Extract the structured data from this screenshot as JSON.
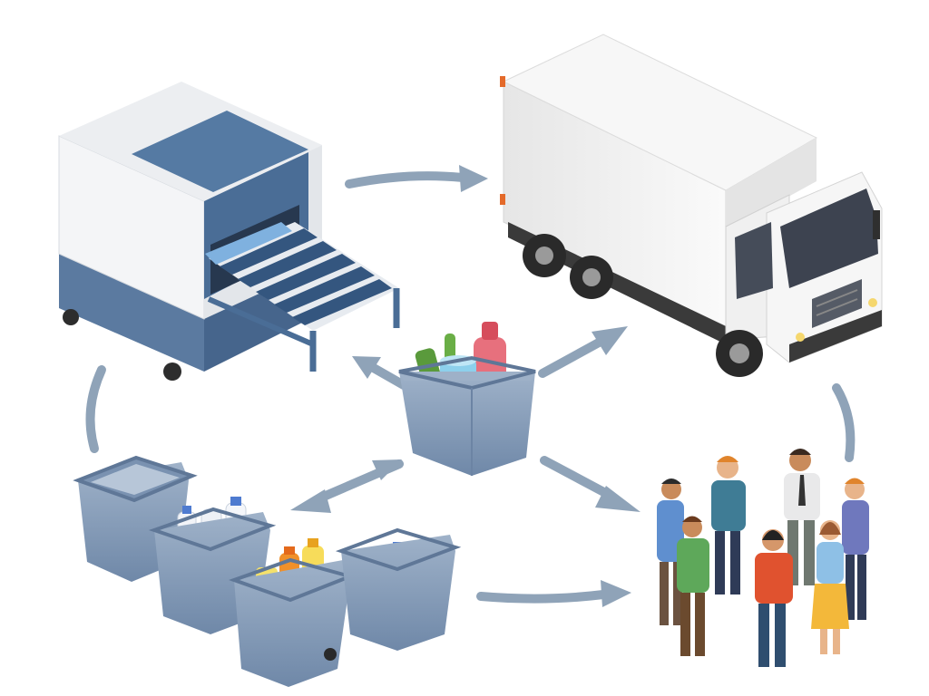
{
  "diagram": {
    "type": "recycling-cycle-illustration",
    "nodes": [
      {
        "id": "sorting-machine",
        "icon": "conveyor-sorting-machine-icon"
      },
      {
        "id": "collection-truck",
        "icon": "box-truck-icon"
      },
      {
        "id": "mixed-recyclables-bin",
        "icon": "recycling-bin-with-bottles-icon"
      },
      {
        "id": "sorted-bins",
        "icon": "sorted-recycling-bins-icon"
      },
      {
        "id": "community-group",
        "icon": "group-of-people-icon"
      }
    ],
    "edges": [
      {
        "from": "sorting-machine",
        "to": "collection-truck"
      },
      {
        "from": "mixed-recyclables-bin",
        "to": "sorting-machine"
      },
      {
        "from": "mixed-recyclables-bin",
        "to": "collection-truck"
      },
      {
        "from": "mixed-recyclables-bin",
        "to": "community-group"
      },
      {
        "from": "mixed-recyclables-bin",
        "to": "sorted-bins"
      },
      {
        "from": "sorted-bins",
        "to": "community-group"
      }
    ]
  },
  "colors": {
    "arrow": "#8fa3b8",
    "bin": "#7c93b0",
    "bin_dark": "#5d7594",
    "machine_blue": "#4f6f95",
    "truck_white": "#f2f2f2",
    "background": "#ffffff"
  }
}
